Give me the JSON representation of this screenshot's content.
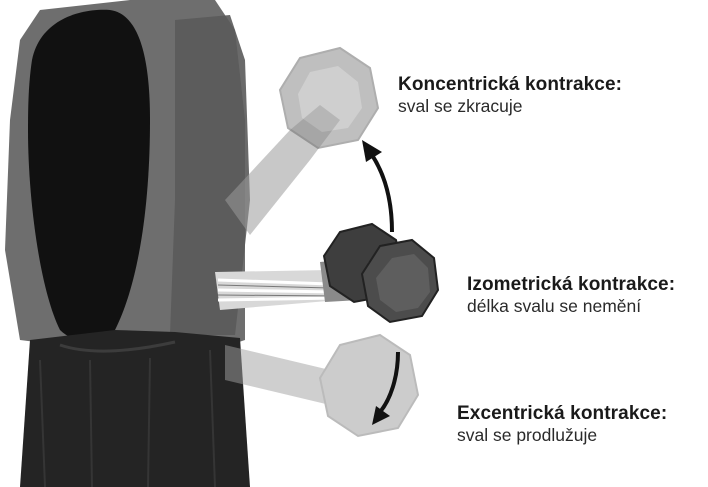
{
  "labels": {
    "concentric": {
      "title": "Koncentrická kontrakce:",
      "description": "sval se zkracuje"
    },
    "isometric": {
      "title": "Izometrická kontrakce:",
      "description": "délka svalu se nemění"
    },
    "eccentric": {
      "title": "Excentrická kontrakce:",
      "description": "sval se prodlužuje"
    }
  },
  "icons": {
    "upper_arrow": "curved-arrow-up-icon",
    "lower_arrow": "curved-arrow-down-icon",
    "dumbbell": "dumbbell-icon"
  },
  "colors": {
    "shirt": "#121212",
    "shorts": "#2a2a2a",
    "skin_dark": "#6a6a6a",
    "skin_faded": "#b5b5b5",
    "dumbbell_dark": "#4a4a4a",
    "arrow": "#111111",
    "text": "#1a1a1a"
  }
}
